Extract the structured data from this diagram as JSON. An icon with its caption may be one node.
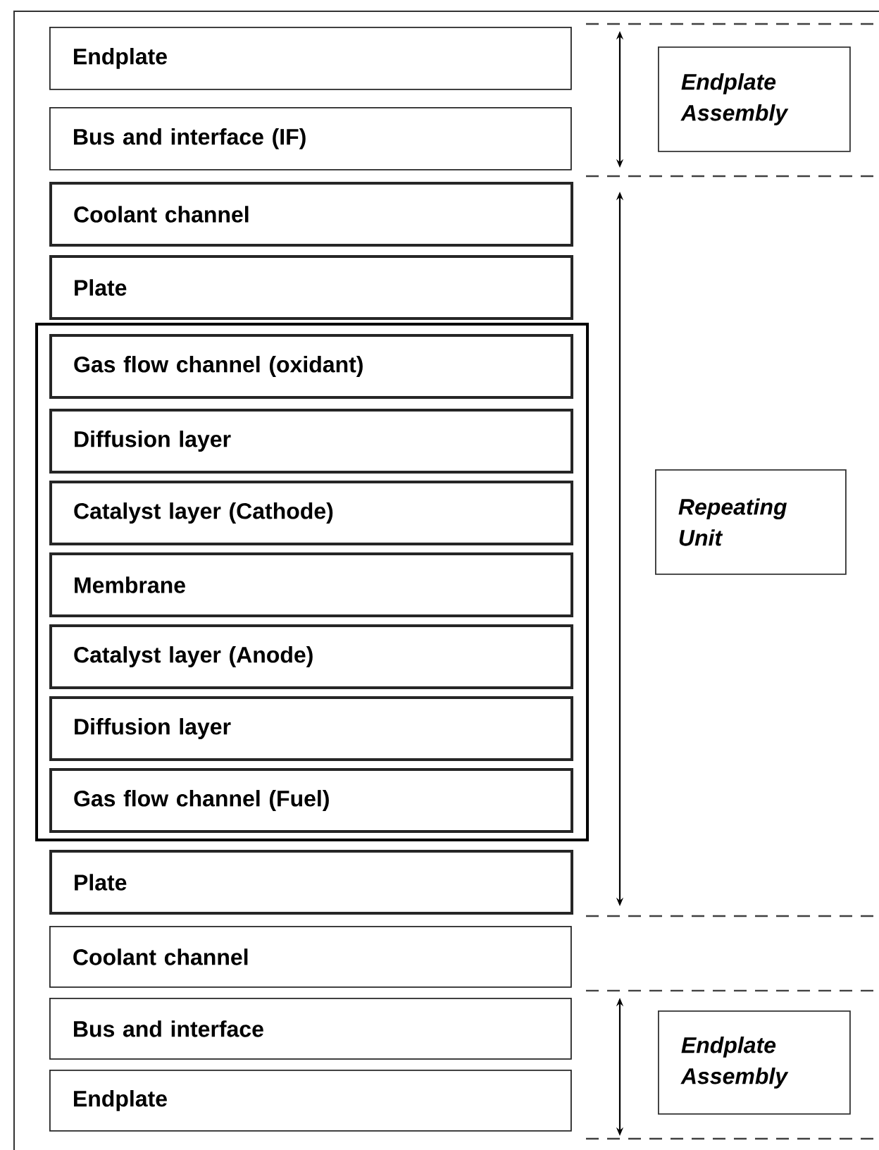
{
  "diagram": {
    "nodes": [
      {
        "text": [
          "Endplate"
        ]
      },
      {
        "text": [
          "Bus and interface (IF)"
        ]
      },
      {
        "text": [
          "Coolant channel"
        ]
      },
      {
        "text": [
          "Plate"
        ]
      },
      {
        "text": [],
        "shape": "box"
      },
      {
        "text": [
          "Gas flow channel (oxidant)"
        ],
        "in": 4
      },
      {
        "text": [
          "Diffusion layer"
        ],
        "in": 4
      },
      {
        "text": [
          "Catalyst layer (Cathode)"
        ],
        "in": 4
      },
      {
        "text": [
          "Membrane"
        ],
        "in": 4
      },
      {
        "text": [
          "Catalyst layer (Anode)"
        ],
        "in": 4
      },
      {
        "text": [
          "Diffusion layer"
        ],
        "in": 4
      },
      {
        "text": [
          "Gas flow channel (Fuel)"
        ],
        "in": 4
      },
      {
        "text": [
          "Plate"
        ]
      },
      {
        "text": [
          "Coolant channel"
        ]
      },
      {
        "text": [
          "Bus and interface"
        ]
      },
      {
        "text": [
          "Endplate"
        ]
      },
      {
        "text": [
          "Endplate Assembly"
        ]
      },
      {
        "text": [
          "Repeating Unit"
        ]
      },
      {
        "text": [
          "Endplate Assembly"
        ]
      }
    ]
  }
}
